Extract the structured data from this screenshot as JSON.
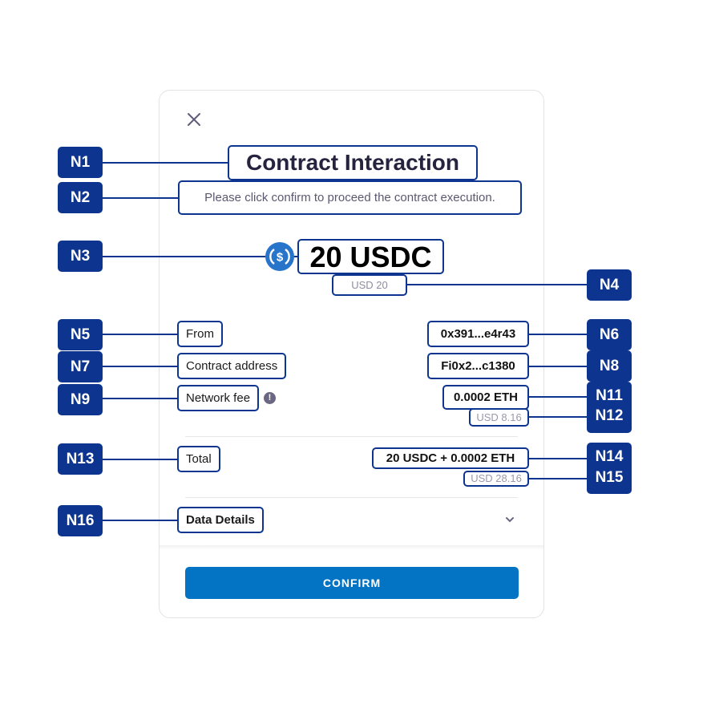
{
  "dialog": {
    "close_icon": "close-icon",
    "title": "Contract Interaction",
    "subtitle": "Please click confirm to proceed the  contract execution.",
    "token_icon": "usdc-icon",
    "amount": "20 USDC",
    "amount_usd": "USD 20",
    "rows": {
      "from": {
        "label": "From",
        "value": "0x391...e4r43"
      },
      "contract": {
        "label": "Contract address",
        "value": "Fi0x2...c1380"
      },
      "fee": {
        "label": "Network fee",
        "info_icon": "!",
        "value": "0.0002 ETH",
        "usd": "USD 8.16"
      },
      "total": {
        "label": "Total",
        "value": "20 USDC + 0.0002 ETH",
        "usd": "USD 28.16"
      }
    },
    "data_details": {
      "label": "Data Details",
      "icon": "chevron-down-icon"
    },
    "confirm_label": "CONFIRM",
    "accent_color": "#0374c4"
  },
  "annotations": {
    "left": [
      "N1",
      "N2",
      "N3",
      "N5",
      "N7",
      "N9",
      "N13",
      "N16"
    ],
    "right": [
      "N4",
      "N6",
      "N8",
      "N11",
      "N12",
      "N14",
      "N15"
    ],
    "color": "#0d3590"
  }
}
